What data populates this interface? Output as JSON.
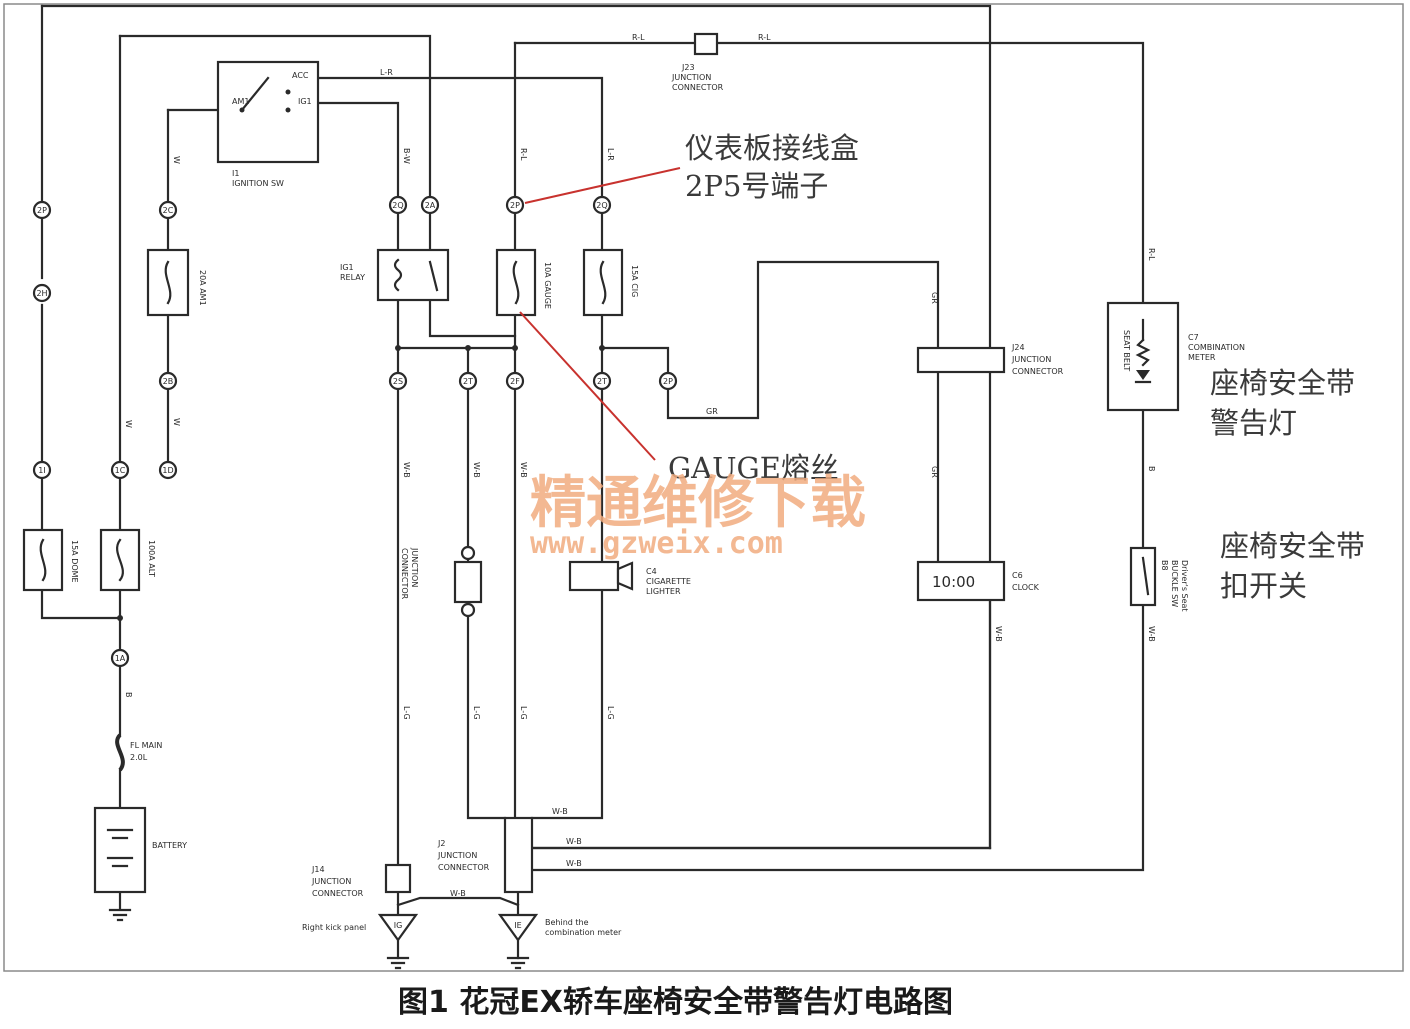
{
  "caption": "图1 花冠EX轿车座椅安全带警告灯电路图",
  "annotations": {
    "junction_box_line1": "仪表板接线盒",
    "junction_box_line2": "2P5号端子",
    "gauge_fuse": "GAUGE熔丝",
    "warning_light_line1": "座椅安全带",
    "warning_light_line2": "警告灯",
    "buckle_switch_line1": "座椅安全带",
    "buckle_switch_line2": "扣开关"
  },
  "watermark": {
    "line1": "精通维修下载",
    "line2": "www.gzweix.com"
  },
  "components": {
    "ignition_sw": {
      "code": "I1",
      "name": "IGNITION SW",
      "am1": "AM1",
      "acc": "ACC",
      "ig1": "IG1"
    },
    "j23": {
      "code": "J23",
      "line1": "JUNCTION",
      "line2": "CONNECTOR"
    },
    "ig1_relay": {
      "line1": "IG1",
      "line2": "RELAY"
    },
    "fuse_am1": "20A AM1",
    "fuse_gauge": "10A GAUGE",
    "fuse_cig": "15A CIG",
    "fuse_dome": "15A DOME",
    "fuse_alt": "100A ALT",
    "fuse_main": {
      "line1": "FL MAIN",
      "line2": "2.0L"
    },
    "battery": "BATTERY",
    "j24": {
      "code": "J24",
      "line1": "JUNCTION",
      "line2": "CONNECTOR"
    },
    "combination_meter": {
      "code": "C7",
      "line1": "COMBINATION",
      "line2": "METER",
      "lamp": "SEAT BELT"
    },
    "buckle_sw": {
      "code": "B8",
      "line1": "BUCKLE SW",
      "line2": "Driver's Seat"
    },
    "clock": {
      "code": "C6",
      "name": "CLOCK",
      "display": "10:00"
    },
    "cig_lighter": {
      "code": "C4",
      "line1": "CIGARETTE",
      "line2": "LIGHTER"
    },
    "j_connector_mid": {
      "line1": "JUNCTION",
      "line2": "CONNECTOR"
    },
    "j2": {
      "code": "J2",
      "line1": "JUNCTION",
      "line2": "CONNECTOR"
    },
    "j14": {
      "code": "J14",
      "line1": "JUNCTION",
      "line2": "CONNECTOR"
    },
    "ground_ig": {
      "code": "IG",
      "location": "Right kick panel"
    },
    "ground_ie": {
      "code": "IE",
      "location_line1": "Behind the",
      "location_line2": "combination meter"
    }
  },
  "connectors": {
    "c2p_left": "2P",
    "c2h": "2H",
    "c2c": "2C",
    "c2b": "2B",
    "c1": "1I",
    "c1c": "1C",
    "c1d": "1D",
    "c1a": "1A",
    "c2q_a": "2Q",
    "c2a": "2A",
    "c2p_mid": "2P",
    "c2q_b": "2Q",
    "c2s": "2S",
    "c2t": "2T",
    "c2f": "2F",
    "c2t_b": "2T",
    "c2p_b": "2P"
  },
  "wire_colors": {
    "rl": "R-L",
    "lr": "L-R",
    "gr": "GR",
    "wb": "W-B",
    "w": "W",
    "b": "B",
    "lg": "L-G",
    "bw": "B-W"
  }
}
